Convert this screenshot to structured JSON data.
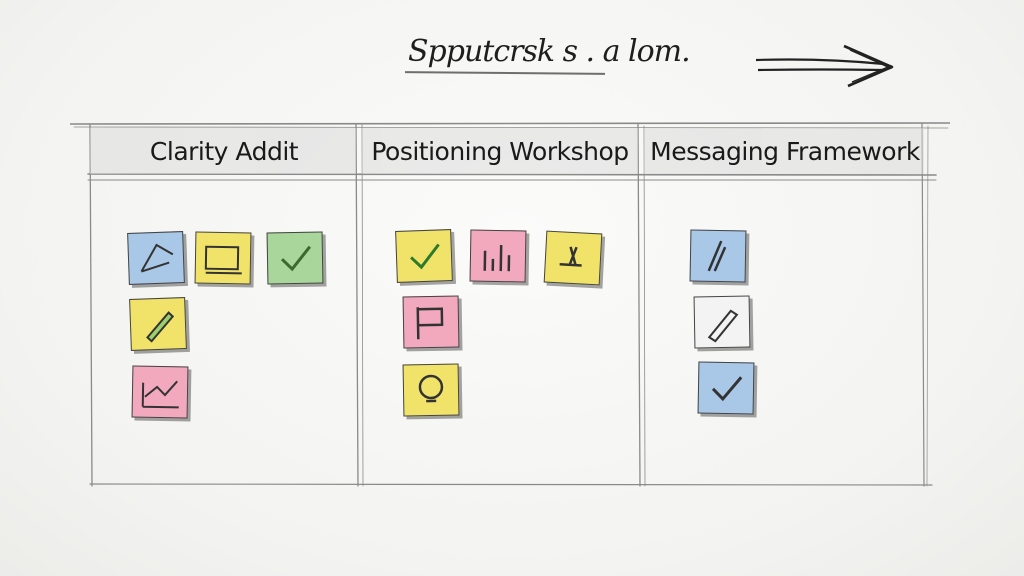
{
  "header": {
    "text": "Spputcrsk s .  a lom."
  },
  "columns": [
    {
      "title": "Clarity Addit",
      "notes": [
        {
          "color": "blue",
          "icon": "pen-triangle-icon"
        },
        {
          "color": "yellow",
          "icon": "monitor-icon"
        },
        {
          "color": "green",
          "icon": "check-icon"
        },
        {
          "color": "yellow",
          "icon": "pencil-icon"
        },
        {
          "color": "pink",
          "icon": "trend-chart-icon"
        }
      ]
    },
    {
      "title": "Positioning Workshop",
      "notes": [
        {
          "color": "yellow",
          "icon": "check-icon"
        },
        {
          "color": "pink",
          "icon": "bar-chart-icon"
        },
        {
          "color": "yellow",
          "icon": "tools-icon"
        },
        {
          "color": "pink",
          "icon": "flag-icon"
        },
        {
          "color": "yellow",
          "icon": "lightbulb-icon"
        }
      ]
    },
    {
      "title": "Messaging Framework",
      "notes": [
        {
          "color": "blue",
          "icon": "ruler-icon"
        },
        {
          "color": "white",
          "icon": "pencil-icon"
        },
        {
          "color": "blue",
          "icon": "check-icon"
        }
      ]
    }
  ],
  "colors": {
    "blue": "#a9c8e8",
    "yellow": "#f1e36a",
    "green": "#a9d69a",
    "pink": "#f2a9bd",
    "white": "#f3f3f3"
  }
}
